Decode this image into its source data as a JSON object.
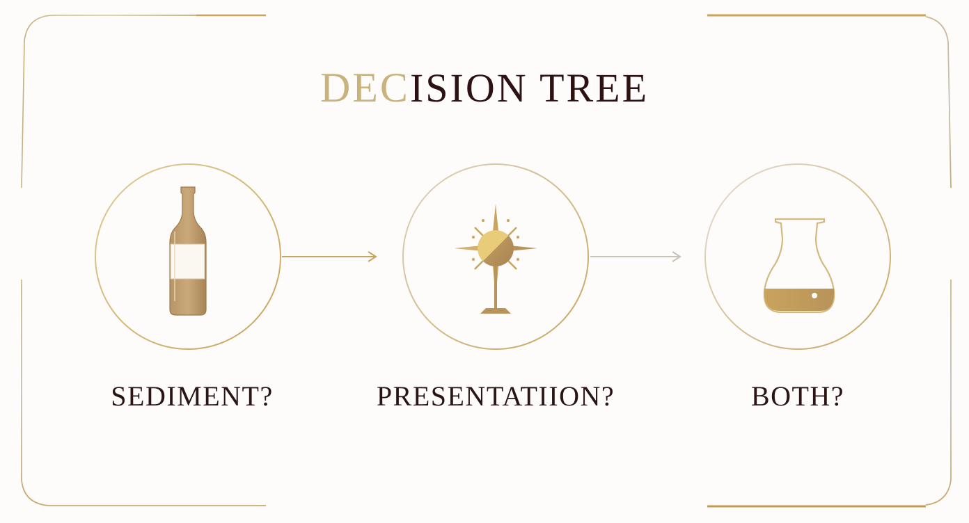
{
  "diagram": {
    "title_parts": {
      "gold": "DEC",
      "dark": "ISION TREE"
    },
    "title_full": "DECISION TREE",
    "steps": [
      {
        "label": "SEDIMENT?",
        "icon": "wine-bottle-icon"
      },
      {
        "label": "PRESENTATIION?",
        "icon": "starburst-candle-icon"
      },
      {
        "label": "BOTH?",
        "icon": "decanter-icon"
      }
    ],
    "colors": {
      "gold": "#c9a45c",
      "gold_light": "#dcc79a",
      "bronze": "#a88456",
      "dark_text": "#2a1414",
      "background": "#fdfcfa"
    }
  }
}
